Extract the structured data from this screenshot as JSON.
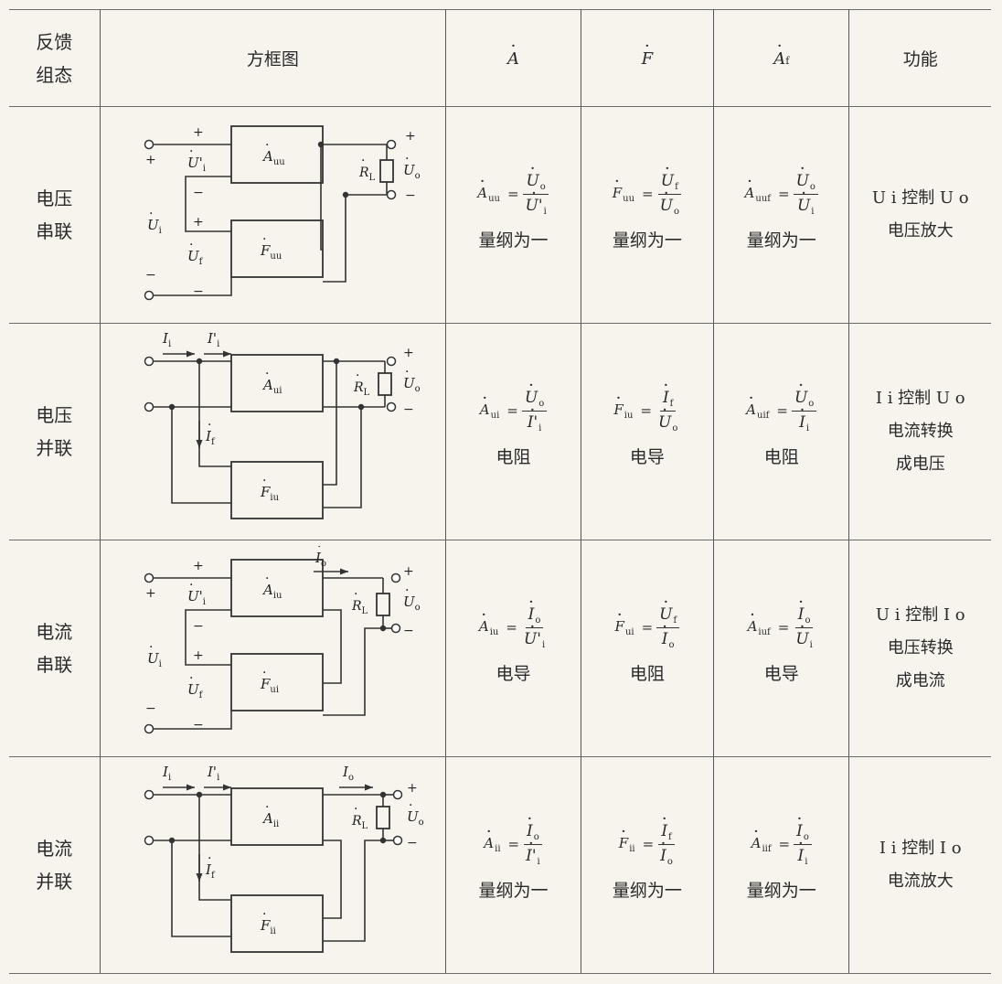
{
  "headers": {
    "mode": "反馈组态",
    "mode_line1": "反馈",
    "mode_line2": "组态",
    "diagram": "方框图",
    "gain": "A",
    "feedback": "F",
    "closed_gain": "A",
    "closed_gain_sub": "f",
    "function": "功能"
  },
  "rows": [
    {
      "mode_line1": "电压",
      "mode_line2": "串联",
      "diagram": {
        "input_label": "U",
        "input_sub": "i",
        "net_label": "U'",
        "net_sub": "i",
        "fb_label": "U",
        "fb_sub": "f",
        "amp": "A",
        "amp_sub": "uu",
        "fb_block": "F",
        "fb_block_sub": "uu",
        "load": "R",
        "load_sub": "L",
        "out_label": "U",
        "out_sub": "o"
      },
      "gain": {
        "lhs": "A",
        "lhs_sub": "uu",
        "num": "U",
        "num_sub": "o",
        "den": "U'",
        "den_sub": "i",
        "unit": "量纲为一"
      },
      "feedback": {
        "lhs": "F",
        "lhs_sub": "uu",
        "num": "U",
        "num_sub": "f",
        "den": "U",
        "den_sub": "o",
        "unit": "量纲为一"
      },
      "closed": {
        "lhs": "A",
        "lhs_sub": "uuf",
        "num": "U",
        "num_sub": "o",
        "den": "U",
        "den_sub": "i",
        "unit": "量纲为一"
      },
      "function": {
        "line1": "U i 控制 U o",
        "line2": "电压放大",
        "line3": ""
      }
    },
    {
      "mode_line1": "电压",
      "mode_line2": "并联",
      "diagram": {
        "in_current": "I",
        "in_current_sub": "i",
        "net_current": "I'",
        "net_current_sub": "i",
        "fb_current": "I",
        "fb_current_sub": "f",
        "amp": "A",
        "amp_sub": "ui",
        "fb_block": "F",
        "fb_block_sub": "iu",
        "load": "R",
        "load_sub": "L",
        "out_label": "U",
        "out_sub": "o"
      },
      "gain": {
        "lhs": "A",
        "lhs_sub": "ui",
        "num": "U",
        "num_sub": "o",
        "den": "I'",
        "den_sub": "i",
        "unit": "电阻"
      },
      "feedback": {
        "lhs": "F",
        "lhs_sub": "iu",
        "num": "I",
        "num_sub": "f",
        "den": "U",
        "den_sub": "o",
        "unit": "电导"
      },
      "closed": {
        "lhs": "A",
        "lhs_sub": "uif",
        "num": "U",
        "num_sub": "o",
        "den": "I",
        "den_sub": "i",
        "unit": "电阻"
      },
      "function": {
        "line1": "I i 控制 U o",
        "line2": "电流转换",
        "line3": "成电压"
      }
    },
    {
      "mode_line1": "电流",
      "mode_line2": "串联",
      "diagram": {
        "input_label": "U",
        "input_sub": "i",
        "net_label": "U'",
        "net_sub": "i",
        "fb_label": "U",
        "fb_sub": "f",
        "amp": "A",
        "amp_sub": "iu",
        "fb_block": "F",
        "fb_block_sub": "ui",
        "load": "R",
        "load_sub": "L",
        "out_label": "U",
        "out_sub": "o",
        "out_current": "I",
        "out_current_sub": "o"
      },
      "gain": {
        "lhs": "A",
        "lhs_sub": "iu",
        "num": "I",
        "num_sub": "o",
        "den": "U'",
        "den_sub": "i",
        "unit": "电导"
      },
      "feedback": {
        "lhs": "F",
        "lhs_sub": "ui",
        "num": "U",
        "num_sub": "f",
        "den": "I",
        "den_sub": "o",
        "unit": "电阻"
      },
      "closed": {
        "lhs": "A",
        "lhs_sub": "iuf",
        "num": "I",
        "num_sub": "o",
        "den": "U",
        "den_sub": "i",
        "unit": "电导"
      },
      "function": {
        "line1": "U i 控制 I o",
        "line2": "电压转换",
        "line3": "成电流"
      }
    },
    {
      "mode_line1": "电流",
      "mode_line2": "并联",
      "diagram": {
        "in_current": "I",
        "in_current_sub": "i",
        "net_current": "I'",
        "net_current_sub": "i",
        "fb_current": "I",
        "fb_current_sub": "f",
        "amp": "A",
        "amp_sub": "ii",
        "fb_block": "F",
        "fb_block_sub": "ii",
        "load": "R",
        "load_sub": "L",
        "out_label": "U",
        "out_sub": "o",
        "out_current": "I",
        "out_current_sub": "o"
      },
      "gain": {
        "lhs": "A",
        "lhs_sub": "ii",
        "num": "I",
        "num_sub": "o",
        "den": "I'",
        "den_sub": "i",
        "unit": "量纲为一"
      },
      "feedback": {
        "lhs": "F",
        "lhs_sub": "ii",
        "num": "I",
        "num_sub": "f",
        "den": "I",
        "den_sub": "o",
        "unit": "量纲为一"
      },
      "closed": {
        "lhs": "A",
        "lhs_sub": "iif",
        "num": "I",
        "num_sub": "o",
        "den": "I",
        "den_sub": "i",
        "unit": "量纲为一"
      },
      "function": {
        "line1": "I i 控制 I o",
        "line2": "电流放大",
        "line3": ""
      }
    }
  ]
}
